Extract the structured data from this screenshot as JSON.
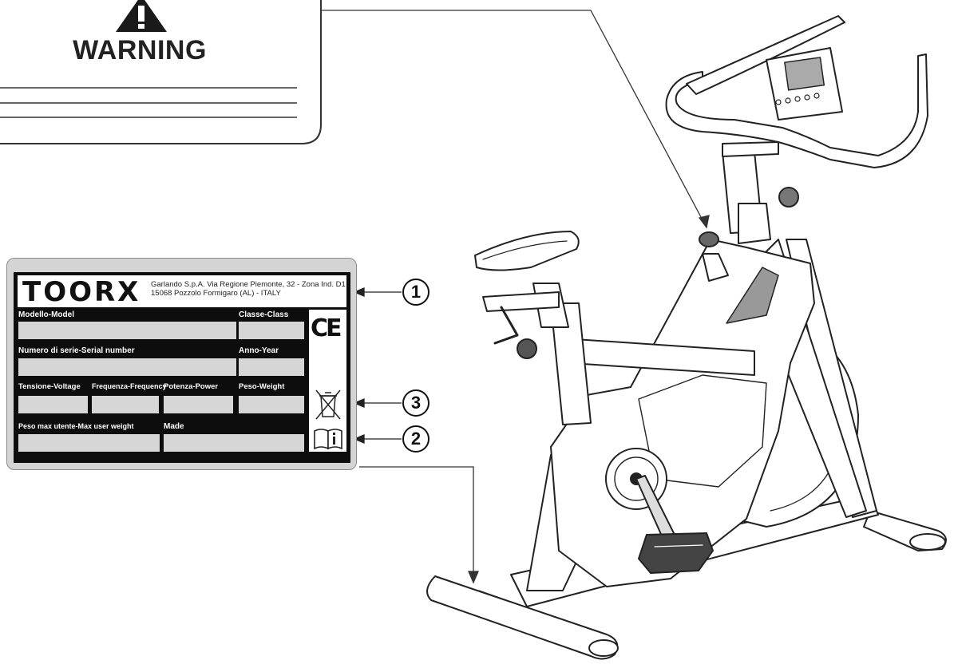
{
  "warning": {
    "title": "WARNING"
  },
  "plate": {
    "brand": "TOORX",
    "address": "Garlando S.p.A. Via Regione Piemonte, 32 - Zona Ind. D1\n15068 Pozzolo Formigaro (AL) - ITALY",
    "fields": {
      "model": "Modello-Model",
      "class": "Classe-Class",
      "serial": "Numero di serie-Serial number",
      "year": "Anno-Year",
      "voltage": "Tensione-Voltage",
      "frequency": "Frequenza-Frequency",
      "power": "Potenza-Power",
      "weight": "Peso-Weight",
      "max_user_weight": "Peso max utente-Max user weight",
      "made": "Made"
    },
    "ce_mark": "CE"
  },
  "callouts": [
    "1",
    "3",
    "2"
  ],
  "icons": [
    "warning-triangle-icon",
    "ce-mark-icon",
    "weee-bin-icon",
    "manual-info-icon"
  ]
}
